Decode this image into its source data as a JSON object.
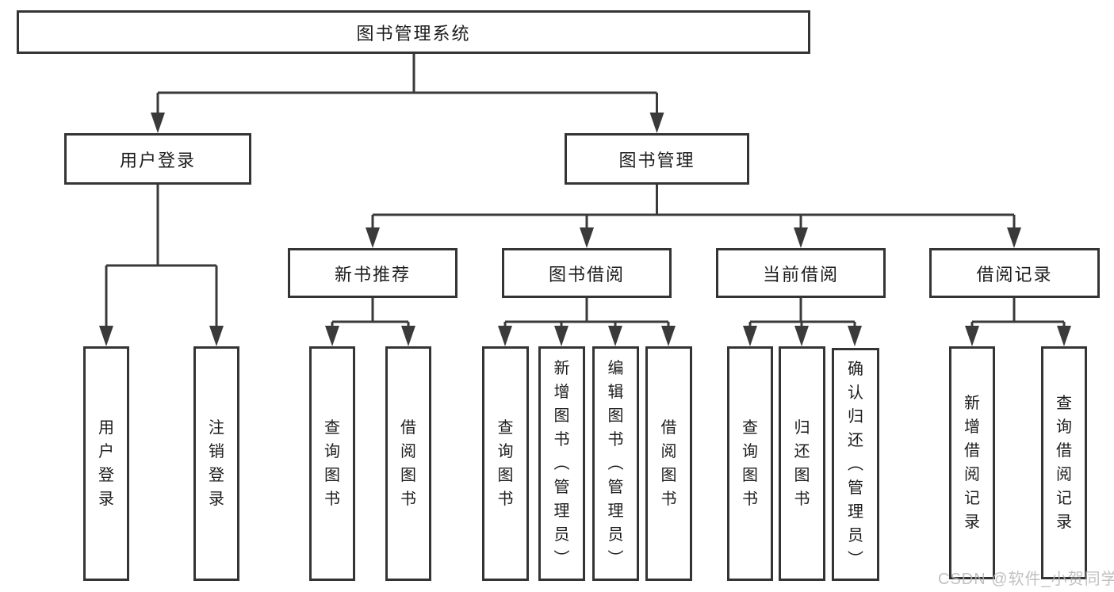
{
  "tree": {
    "root": {
      "label": "图书管理系统",
      "children": [
        {
          "label": "用户登录",
          "children": [
            {
              "label": "用户登录"
            },
            {
              "label": "注销登录"
            }
          ]
        },
        {
          "label": "图书管理",
          "children": [
            {
              "label": "新书推荐",
              "children": [
                {
                  "label": "查询图书"
                },
                {
                  "label": "借阅图书"
                }
              ]
            },
            {
              "label": "图书借阅",
              "children": [
                {
                  "label": "查询图书"
                },
                {
                  "label": "新增图书（管理员）"
                },
                {
                  "label": "编辑图书（管理员）"
                },
                {
                  "label": "借阅图书"
                }
              ]
            },
            {
              "label": "当前借阅",
              "children": [
                {
                  "label": "查询图书"
                },
                {
                  "label": "归还图书"
                },
                {
                  "label": "确认归还（管理员）"
                }
              ]
            },
            {
              "label": "借阅记录",
              "children": [
                {
                  "label": "新增借阅记录"
                },
                {
                  "label": "查询借阅记录"
                }
              ]
            }
          ]
        }
      ]
    }
  },
  "watermark": {
    "text": "CSDN @软件_小贺同学"
  },
  "colors": {
    "line": "#3a3a3a",
    "box_border": "#343434",
    "text": "#1c1c1c",
    "watermark": "#b6b6b6",
    "background": "#ffffff"
  }
}
